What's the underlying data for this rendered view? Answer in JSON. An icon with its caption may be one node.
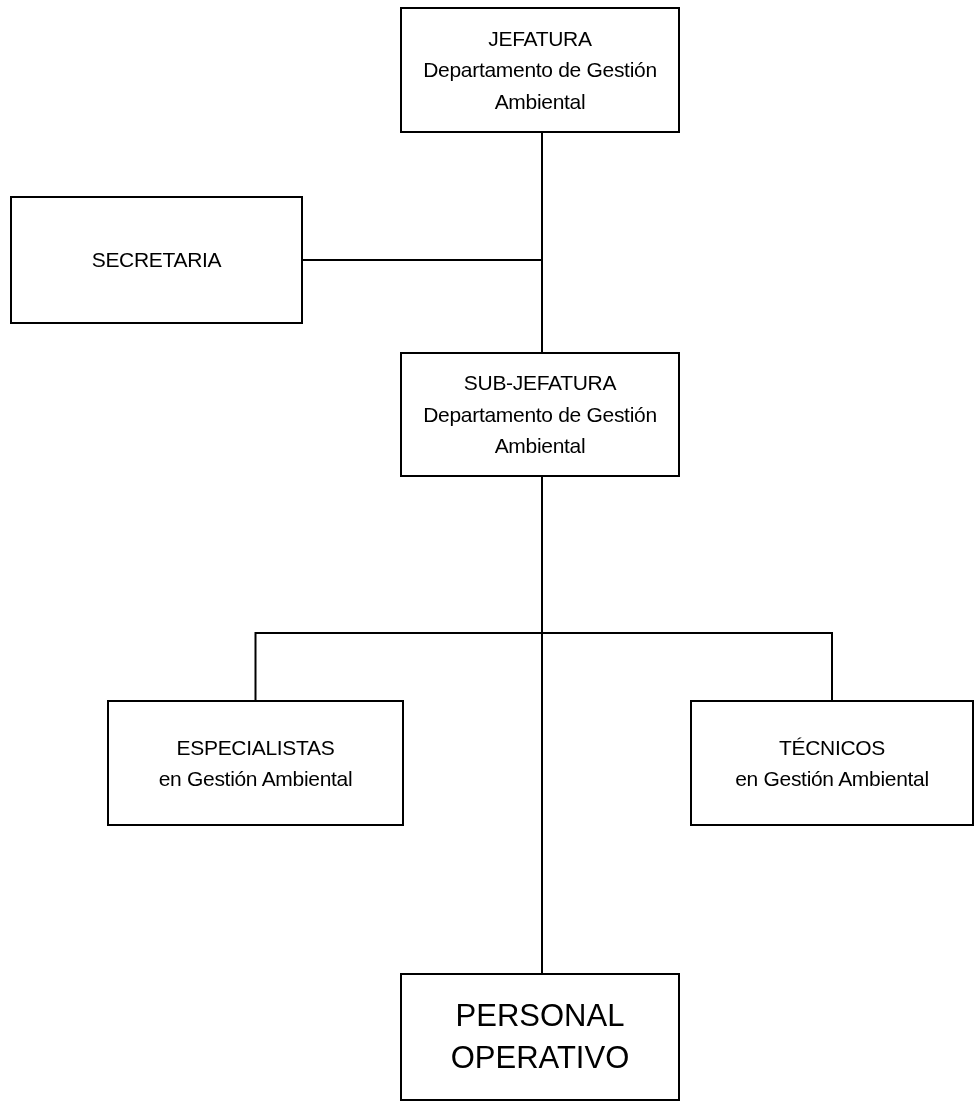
{
  "diagram": {
    "nodes": [
      {
        "text": [
          "JEFATURA",
          "Departamento de Gestión Ambiental"
        ]
      },
      {
        "text": [
          "SECRETARIA"
        ]
      },
      {
        "text": [
          "SUB-JEFATURA",
          "Departamento de Gestión Ambiental"
        ]
      },
      {
        "text": [
          "ESPECIALISTAS",
          "en Gestión Ambiental"
        ]
      },
      {
        "text": [
          "TÉCNICOS",
          "en Gestión Ambiental"
        ]
      },
      {
        "text": [
          "PERSONAL OPERATIVO"
        ]
      }
    ],
    "edges": [
      {
        "from": 0,
        "to": 2,
        "arrow": "none"
      },
      {
        "from": 0,
        "to": 1,
        "arrow": "none"
      },
      {
        "from": 2,
        "to": 3,
        "arrow": "none"
      },
      {
        "from": 2,
        "to": 4,
        "arrow": "none"
      },
      {
        "from": 2,
        "to": 5,
        "arrow": "none"
      }
    ]
  }
}
